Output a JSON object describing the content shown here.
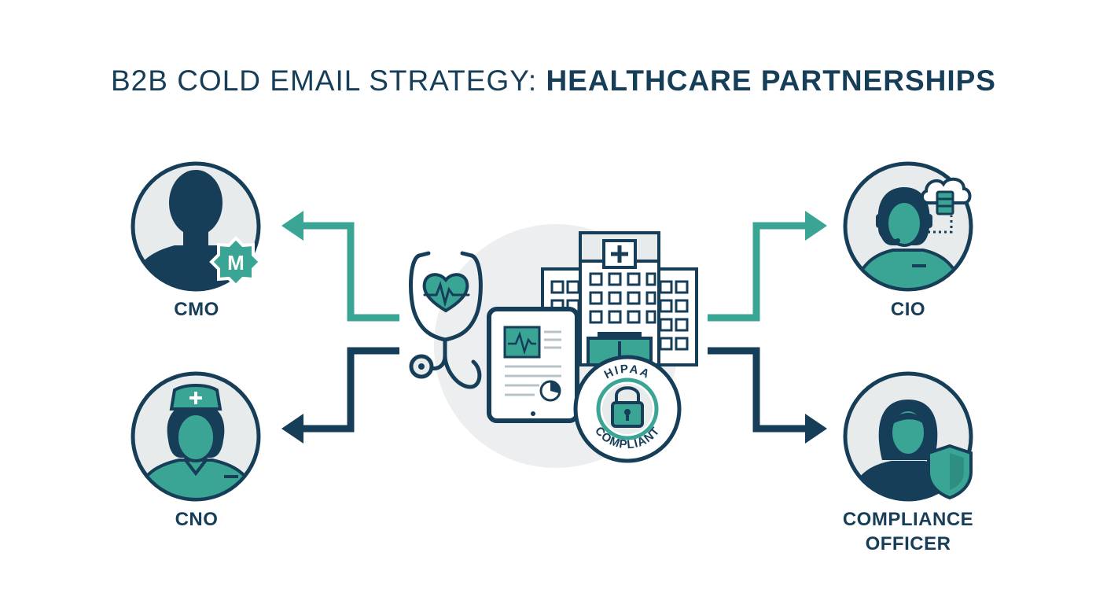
{
  "title": {
    "part1": "B2B COLD EMAIL STRATEGY: ",
    "part2": "HEALTHCARE PARTNERSHIPS"
  },
  "colors": {
    "navy": "#173e58",
    "teal": "#3aa595",
    "teal_dark": "#2e8f81",
    "circle_fill": "#e7ebec",
    "hub_bg": "#eceeef"
  },
  "roles": [
    {
      "id": "cmo",
      "label": "CMO",
      "badge": "M",
      "icon": "male-executive-icon",
      "arrow_color": "teal"
    },
    {
      "id": "cno",
      "label": "CNO",
      "icon": "nurse-icon",
      "arrow_color": "navy"
    },
    {
      "id": "cio",
      "label": "CIO",
      "icon": "it-support-headset-icon",
      "arrow_color": "teal"
    },
    {
      "id": "compliance",
      "label": "COMPLIANCE\nOFFICER",
      "icon": "compliance-officer-shield-icon",
      "arrow_color": "navy"
    }
  ],
  "hub": {
    "items": [
      "stethoscope-heart-icon",
      "hospital-building-icon",
      "medical-tablet-icon",
      "hipaa-seal-icon"
    ],
    "seal_top": "HIPAA",
    "seal_bottom": "COMPLIANT"
  }
}
